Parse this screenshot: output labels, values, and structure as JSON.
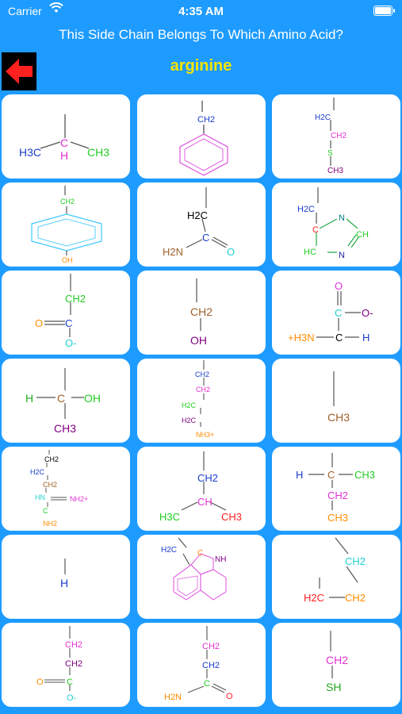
{
  "status_bar": {
    "carrier": "Carrier",
    "time": "4:35 AM"
  },
  "question": "This Side Chain Belongs To Which Amino Acid?",
  "answer": "arginine",
  "colors": {
    "background": "#1e9bff",
    "answer": "#f5e400",
    "arrow": "#ff2020",
    "tile": "#ffffff"
  },
  "tiles": [
    {
      "labels": [
        "H3C",
        "C",
        "H",
        "CH3"
      ]
    },
    {
      "labels": [
        "CH2"
      ]
    },
    {
      "labels": [
        "H2C",
        "CH2",
        "S",
        "CH3"
      ]
    },
    {
      "labels": [
        "CH2",
        "OH"
      ]
    },
    {
      "labels": [
        "H2C",
        "H2N",
        "C",
        "O"
      ]
    },
    {
      "labels": [
        "H2C",
        "N",
        "CH",
        "C",
        "HC",
        "N"
      ]
    },
    {
      "labels": [
        "CH2",
        "O",
        "C",
        "O-"
      ]
    },
    {
      "labels": [
        "CH2",
        "OH"
      ]
    },
    {
      "labels": [
        "O",
        "C",
        "O-",
        "+H3N",
        "C",
        "H"
      ]
    },
    {
      "labels": [
        "H",
        "C",
        "OH",
        "CH3"
      ]
    },
    {
      "labels": [
        "CH2",
        "CH2",
        "H2C",
        "H2C",
        "NH3+"
      ]
    },
    {
      "labels": [
        "CH3"
      ]
    },
    {
      "labels": [
        "CH2",
        "H2C",
        "CH2",
        "HN",
        "C",
        "NH2+",
        "NH2"
      ]
    },
    {
      "labels": [
        "CH2",
        "CH",
        "H3C",
        "CH3"
      ]
    },
    {
      "labels": [
        "H",
        "C",
        "CH3",
        "CH2",
        "CH3"
      ]
    },
    {
      "labels": [
        "H"
      ]
    },
    {
      "labels": [
        "H2C",
        "C",
        "NH"
      ]
    },
    {
      "labels": [
        "CH2",
        "H2C",
        "CH2"
      ]
    },
    {
      "labels": [
        "CH2",
        "CH2",
        "O",
        "C",
        "O-"
      ]
    },
    {
      "labels": [
        "CH2",
        "CH2",
        "H2N",
        "C",
        "O"
      ]
    },
    {
      "labels": [
        "CH2",
        "SH"
      ]
    }
  ]
}
